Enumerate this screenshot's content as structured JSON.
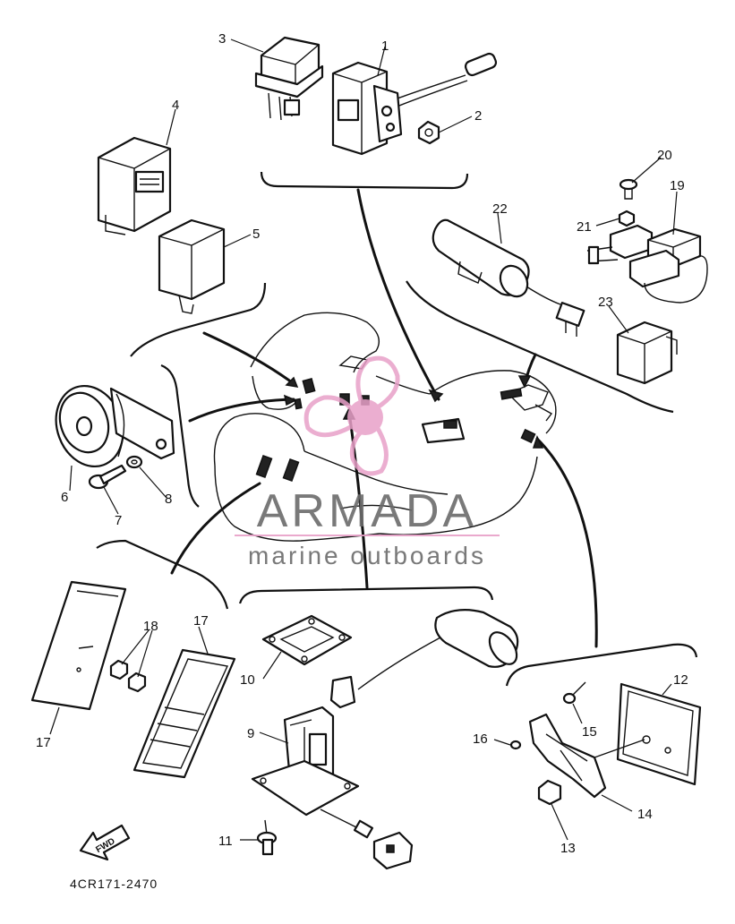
{
  "diagram": {
    "part_code": "4CR171-2470",
    "fwd_label": "FWD",
    "watermark": {
      "brand": "ARMADA",
      "tagline": "marine outboards",
      "color": "#e8a0c8",
      "text_color": "#6b6b6b"
    },
    "callouts": [
      "1",
      "2",
      "3",
      "4",
      "5",
      "6",
      "7",
      "8",
      "9",
      "10",
      "11",
      "12",
      "13",
      "14",
      "15",
      "16",
      "17",
      "17",
      "18",
      "19",
      "20",
      "21",
      "22",
      "23"
    ]
  }
}
